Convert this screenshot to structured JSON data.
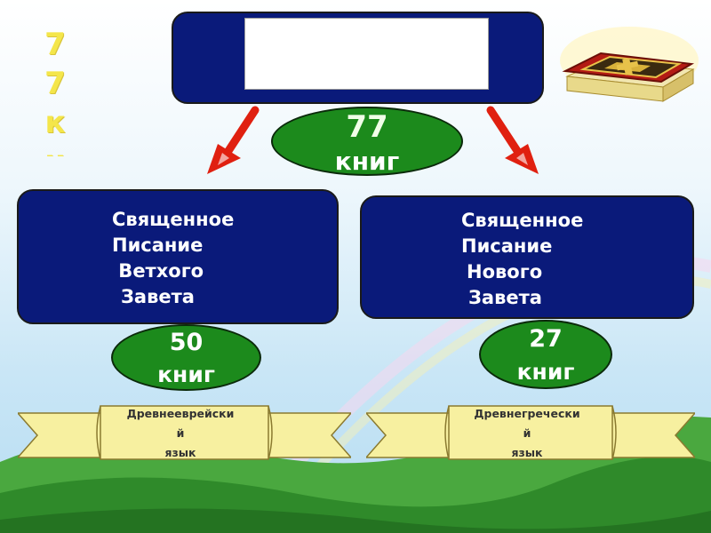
{
  "side_letters": [
    "7",
    "7",
    "к",
    "н"
  ],
  "top_ellipse": {
    "number": "77",
    "word": "книг"
  },
  "left": {
    "lines": [
      "Священное",
      "Писание",
      " Ветхого",
      "Завета"
    ],
    "count_number": "50",
    "count_word": "книг",
    "language_lines": [
      "Древнееврейски",
      "й",
      "язык"
    ]
  },
  "right": {
    "lines": [
      "Священное",
      "Писание",
      "Нового",
      "Завета"
    ],
    "count_number": "27",
    "count_word": "книг",
    "language_lines": [
      "Древнегречески",
      "й",
      "язык"
    ]
  },
  "colors": {
    "box_fill": "#0a1a7a",
    "ellipse_fill": "#1c8a1c",
    "side_letters": "#f4e64a",
    "banner": "#f7f0a0",
    "arrow": "#e02010",
    "hills": "#2f8a2a"
  },
  "icons": [
    "bible-book-icon",
    "left-arrow-icon",
    "right-arrow-icon"
  ]
}
